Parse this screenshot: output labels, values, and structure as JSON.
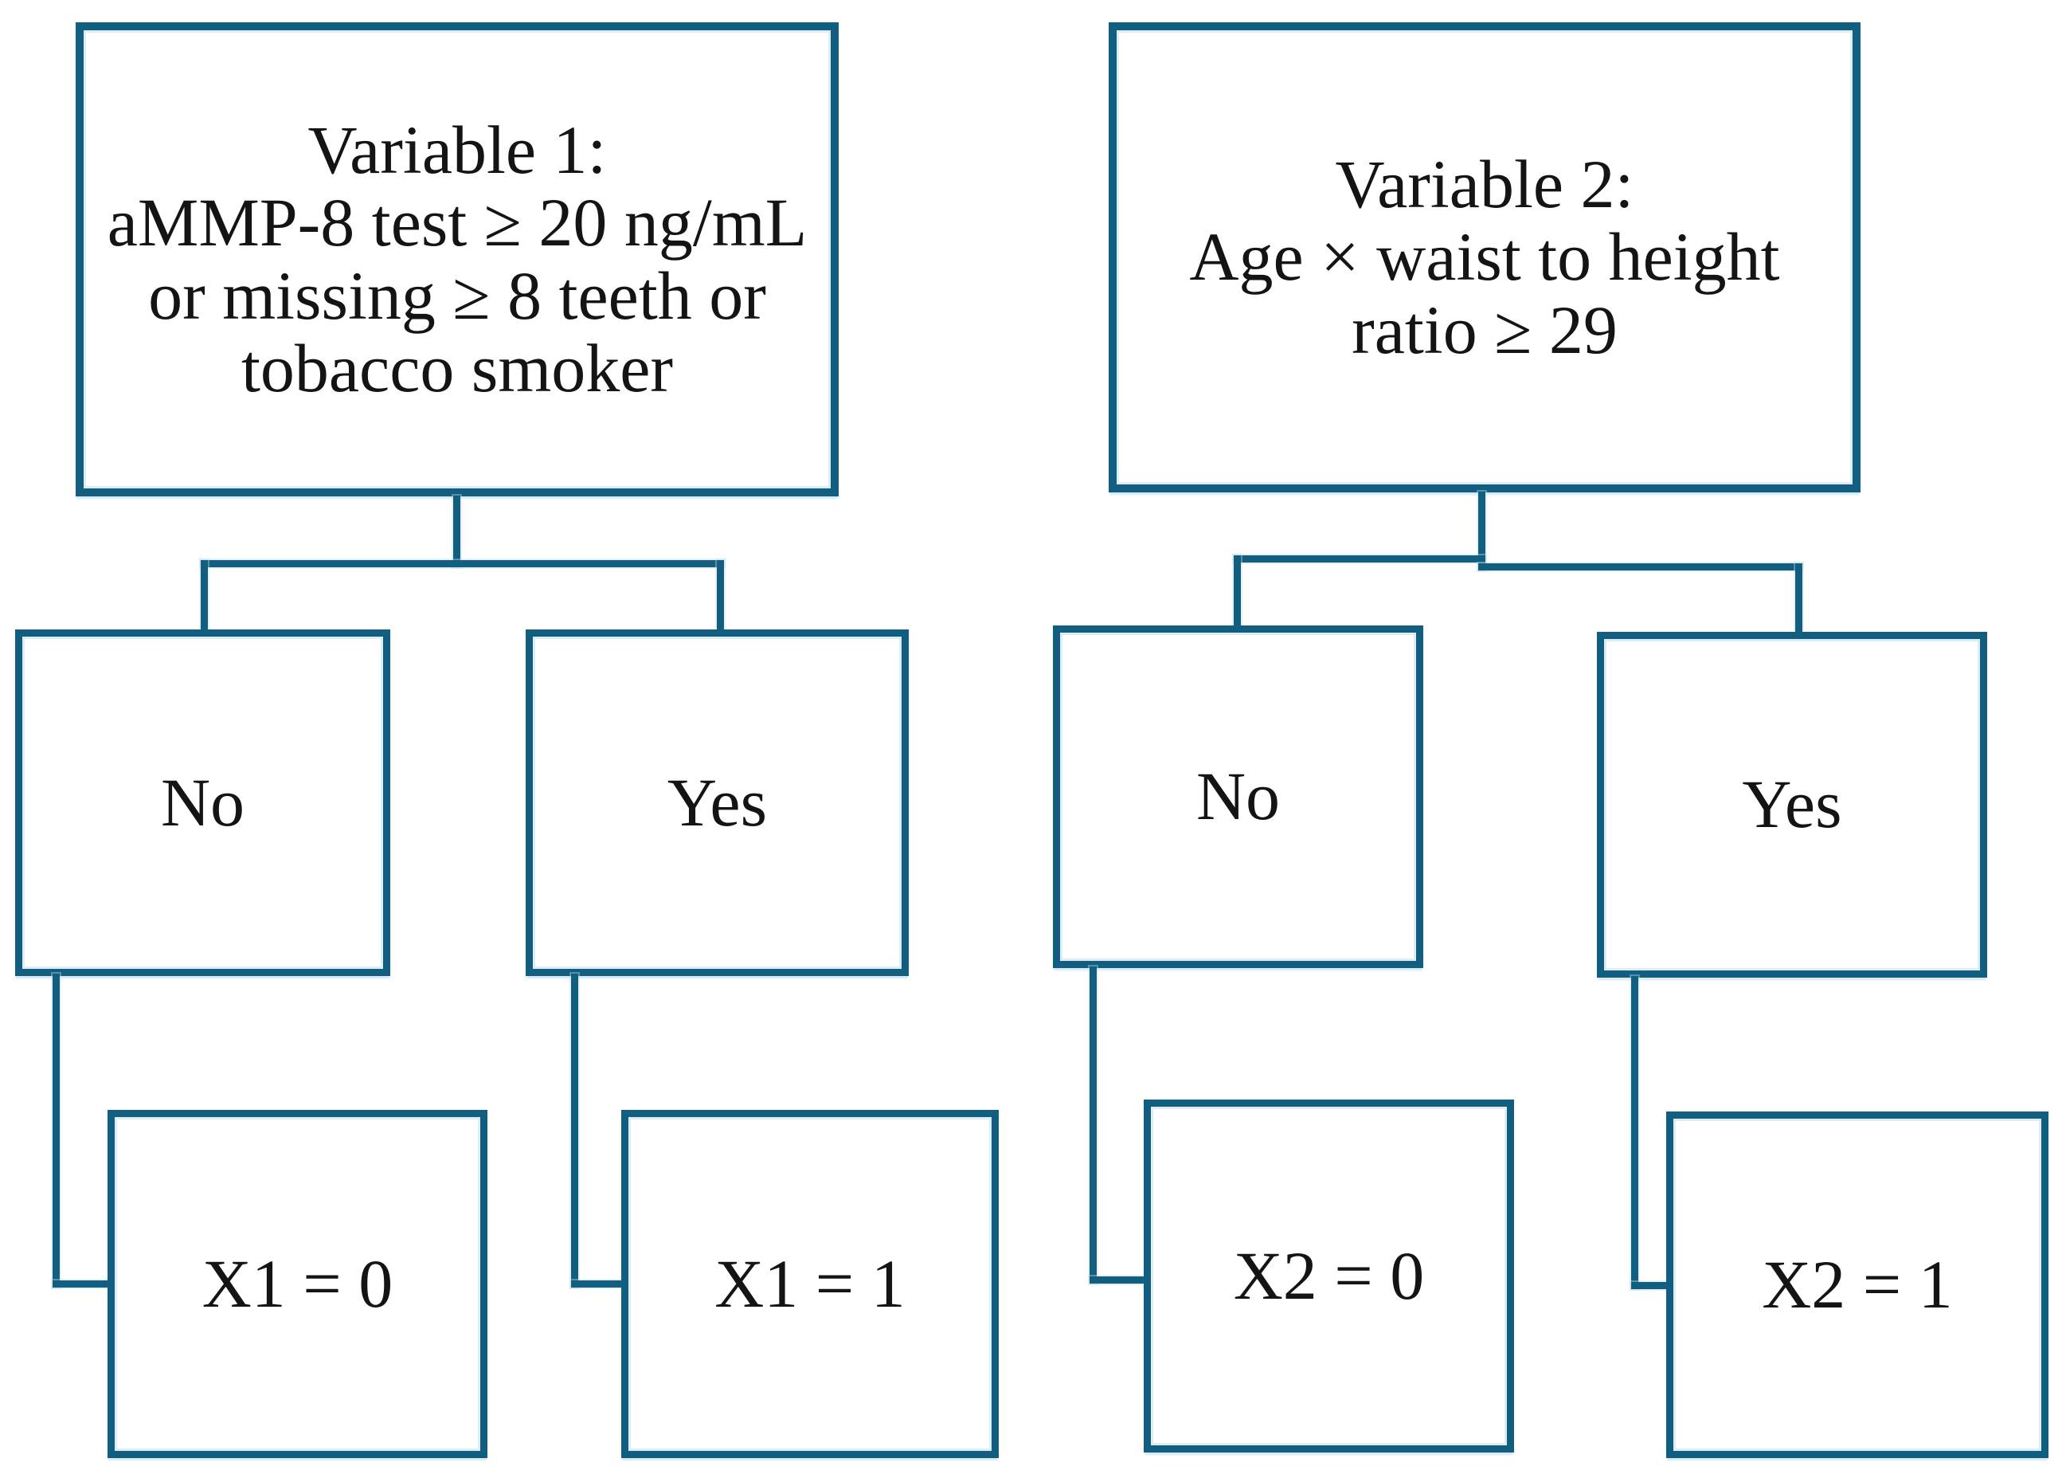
{
  "diagram": {
    "type": "decision-tree-flowchart",
    "colors": {
      "line": "#125e80",
      "line_halo": "#bddbe8",
      "text": "#141414",
      "background": "#ffffff"
    },
    "trees": [
      {
        "id": "variable-1",
        "root_label": "Variable 1:\naMMP-8 test ≥ 20 ng/mL\nor missing ≥ 8 teeth or\ntobacco smoker",
        "branches": [
          {
            "answer": "No",
            "result": "X1 = 0"
          },
          {
            "answer": "Yes",
            "result": "X1 = 1"
          }
        ]
      },
      {
        "id": "variable-2",
        "root_label": "Variable 2:\nAge × waist to height\nratio ≥ 29",
        "branches": [
          {
            "answer": "No",
            "result": "X2 = 0"
          },
          {
            "answer": "Yes",
            "result": "X2 = 1"
          }
        ]
      }
    ]
  }
}
